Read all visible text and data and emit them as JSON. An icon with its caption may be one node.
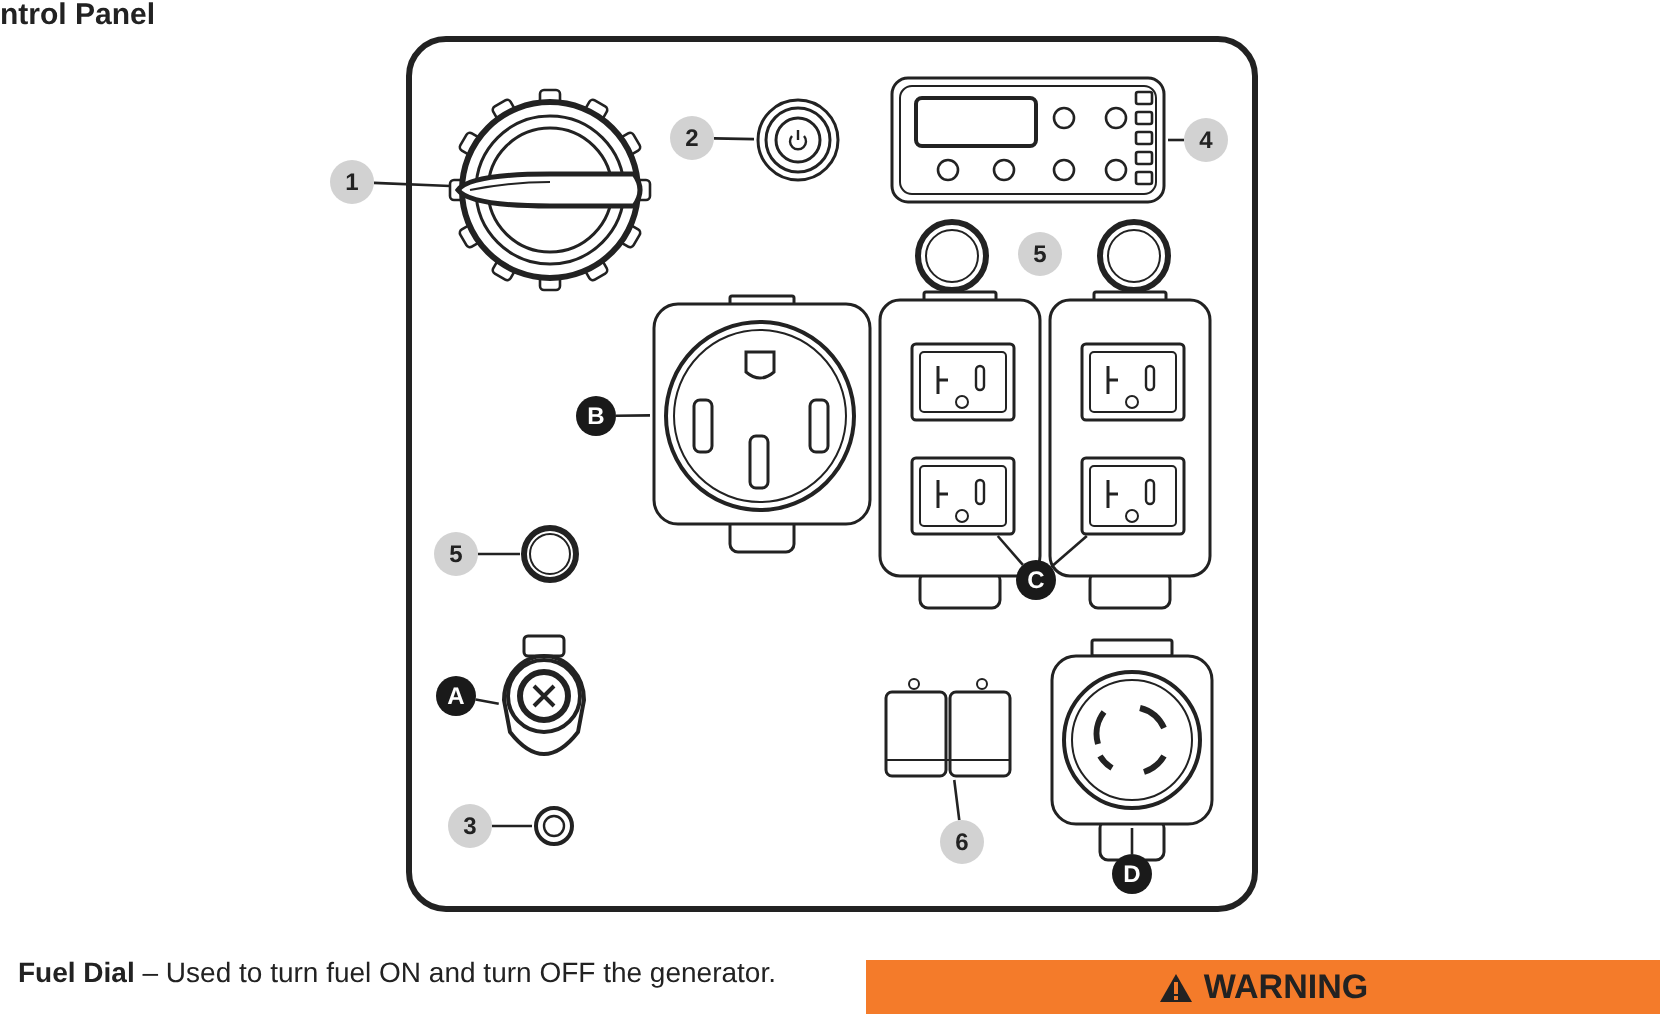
{
  "diagram": {
    "title": "ntrol Panel",
    "nodes": [
      {
        "text": [],
        "shape": "box"
      },
      {
        "text": [
          "1"
        ]
      },
      {
        "text": [],
        "shape": "circle",
        "in": 0
      },
      {
        "text": [
          "2"
        ],
        "in": 0
      },
      {
        "text": [],
        "shape": "circle",
        "in": 0
      },
      {
        "text": [
          "4"
        ],
        "in": 0
      },
      {
        "text": [],
        "shape": "box",
        "in": 0
      },
      {
        "text": [
          "5"
        ],
        "in": 0
      },
      {
        "text": [],
        "shape": "circle",
        "in": 0
      },
      {
        "text": [
          "A"
        ],
        "in": 0
      },
      {
        "text": [],
        "shape": "circle",
        "in": 0
      },
      {
        "text": [
          "3"
        ],
        "in": 0
      },
      {
        "text": [],
        "shape": "circle",
        "in": 0
      },
      {
        "text": [
          "6"
        ],
        "in": 0
      },
      {
        "text": [],
        "shape": "box",
        "in": 0
      },
      {
        "text": [
          "B"
        ],
        "in": 0
      },
      {
        "text": [],
        "shape": "box",
        "in": 0
      },
      {
        "text": [
          "C"
        ],
        "in": 0
      },
      {
        "text": [],
        "shape": "box",
        "in": 0
      },
      {
        "text": [],
        "shape": "box",
        "in": 0
      },
      {
        "text": [
          "D"
        ],
        "in": 0
      },
      {
        "text": [],
        "shape": "box",
        "in": 0
      },
      {
        "text": [
          "5"
        ],
        "in": 0
      }
    ],
    "edges": [
      {
        "from": 1,
        "to": 2,
        "arrow": "none"
      },
      {
        "from": 3,
        "to": 4,
        "arrow": "none"
      },
      {
        "from": 5,
        "to": 6,
        "arrow": "none"
      },
      {
        "from": 7,
        "to": 8,
        "arrow": "none"
      },
      {
        "from": 9,
        "to": 10,
        "arrow": "none"
      },
      {
        "from": 11,
        "to": 12,
        "arrow": "none"
      },
      {
        "from": 13,
        "to": 14,
        "arrow": "none"
      },
      {
        "from": 15,
        "to": 16,
        "arrow": "none"
      },
      {
        "from": 17,
        "to": 18,
        "arrow": "none"
      },
      {
        "from": 17,
        "to": 19,
        "arrow": "none"
      },
      {
        "from": 20,
        "to": 21,
        "arrow": "none"
      }
    ],
    "labels": [
      "**Fuel Dial** – Used to turn fuel ON and turn OFF the generator.",
      "WARNING"
    ]
  }
}
